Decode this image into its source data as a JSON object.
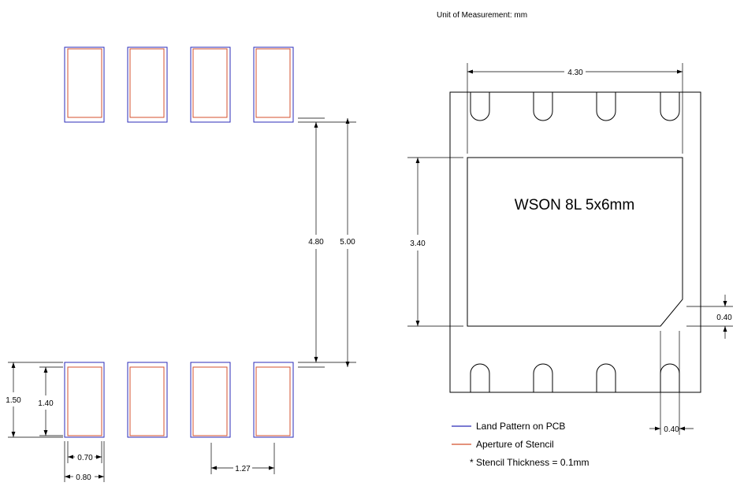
{
  "header": {
    "unit_label": "Unit of Measurement: mm"
  },
  "package": {
    "title": "WSON 8L 5x6mm"
  },
  "dimensions": {
    "pad_spacing_inner": "4.80",
    "pad_spacing_outer": "5.00",
    "pad_length_outer": "1.50",
    "pad_length_inner": "1.40",
    "pad_width_inner": "0.70",
    "pad_width_outer": "0.80",
    "pad_pitch": "1.27",
    "pkg_width": "4.30",
    "pkg_pad_height": "3.40",
    "chamfer": "0.40",
    "lead_width": "0.40"
  },
  "legend": {
    "land_pattern": "Land Pattern on PCB",
    "aperture": "Aperture of Stencil",
    "thickness": "* Stencil Thickness = 0.1mm"
  },
  "colors": {
    "land": "#2b2bb8",
    "aperture": "#d4512c",
    "line": "#000000"
  }
}
